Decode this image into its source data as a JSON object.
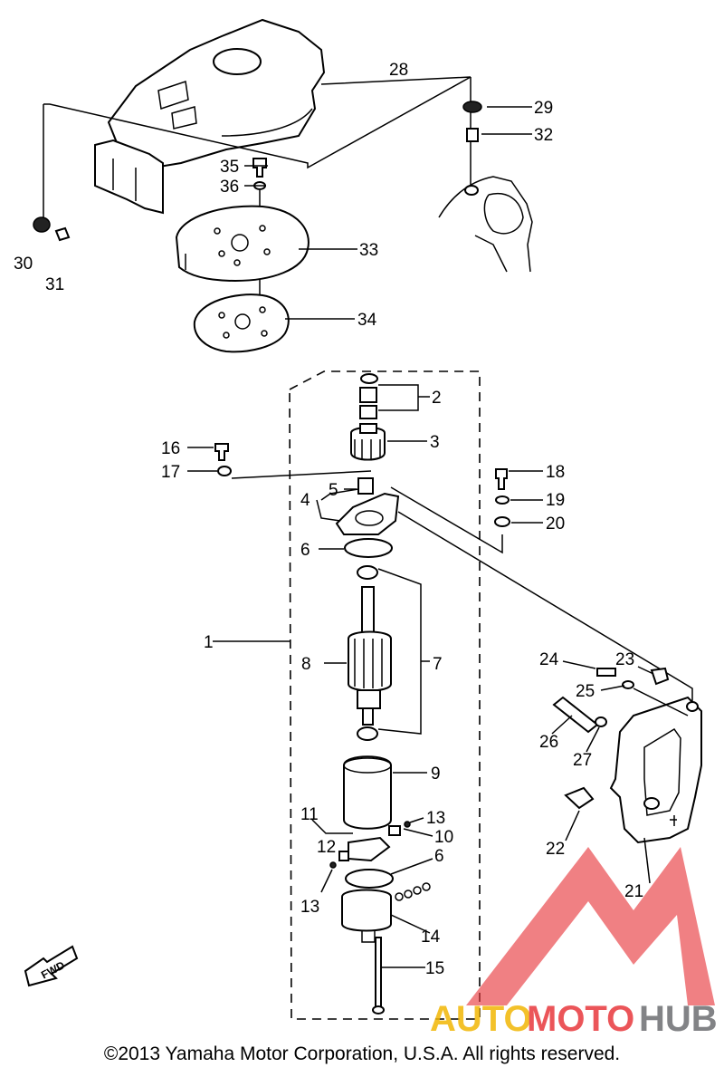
{
  "callouts": {
    "n1": "1",
    "n2": "2",
    "n3": "3",
    "n4": "4",
    "n5": "5",
    "n6a": "6",
    "n6b": "6",
    "n7": "7",
    "n8": "8",
    "n9": "9",
    "n10": "10",
    "n11": "11",
    "n12": "12",
    "n13a": "13",
    "n13b": "13",
    "n14": "14",
    "n15": "15",
    "n16": "16",
    "n17": "17",
    "n18": "18",
    "n19": "19",
    "n20": "20",
    "n21": "21",
    "n22": "22",
    "n23": "23",
    "n24": "24",
    "n25": "25",
    "n26": "26",
    "n27": "27",
    "n28": "28",
    "n29": "29",
    "n30": "30",
    "n31": "31",
    "n32": "32",
    "n33": "33",
    "n34": "34",
    "n35": "35",
    "n36": "36"
  },
  "fwd_label": "FWD",
  "watermark": {
    "auto": "AUTO",
    "moto": "MOTO",
    "hub": "HUB",
    "color_accent": "#e8383d",
    "color_gold": "#f2b705",
    "color_gray": "#6d6e71"
  },
  "copyright": "©2013 Yamaha Motor Corporation, U.S.A. All rights reserved."
}
